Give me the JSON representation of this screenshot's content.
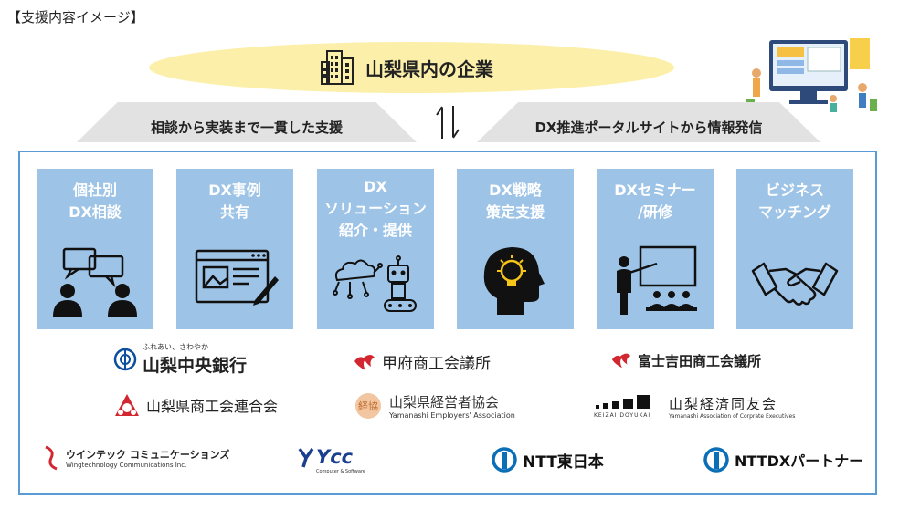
{
  "page_title": "【支援内容イメージ】",
  "top": {
    "company": "山梨県内の企業"
  },
  "bars": {
    "left": "相談から実装まで一貫した支援",
    "right": "DX推進ポータルサイトから情報発信"
  },
  "cards": [
    {
      "label": "個社別\nDX相談",
      "icon": "consultation-chat-icon"
    },
    {
      "label": "DX事例\n共有",
      "icon": "web-browser-edit-icon"
    },
    {
      "label": "DX\nソリューション\n紹介・提供",
      "icon": "cloud-robot-icon"
    },
    {
      "label": "DX戦略\n策定支援",
      "icon": "head-lightbulb-icon"
    },
    {
      "label": "DXセミナー\n/研修",
      "icon": "seminar-presentation-icon"
    },
    {
      "label": "ビジネス\nマッチング",
      "icon": "handshake-icon"
    }
  ],
  "partners": {
    "row1": [
      {
        "name": "山梨中央銀行",
        "sub": "ふれあい、さわやか"
      },
      {
        "name": "甲府商工会議所"
      },
      {
        "name": "富士吉田商工会議所"
      }
    ],
    "row2": [
      {
        "name": "山梨県商工会連合会"
      },
      {
        "name": "山梨県経営者協会",
        "sub": "Yamanashi Employers' Association",
        "mark": "経協"
      },
      {
        "name": "山梨経済同友会",
        "sub": "Yamanashi Association of Corprate Executives",
        "mark": "KEIZAI DOYUKAI"
      }
    ],
    "row3": [
      {
        "name": "ウインテック コミュニケーションズ",
        "sub": "Wingtechnology Communications Inc."
      },
      {
        "name": "Ycc",
        "sub": "Computer & Software"
      },
      {
        "name": "NTT東日本"
      },
      {
        "name": "NTTDXパートナー"
      }
    ]
  },
  "colors": {
    "card": "#9dc3e6",
    "frame": "#5b9bd5",
    "ellipse": "#fbefaa",
    "bar": "#e2e2e2",
    "ntt_blue": "#0b6fb8",
    "red": "#d22630"
  }
}
